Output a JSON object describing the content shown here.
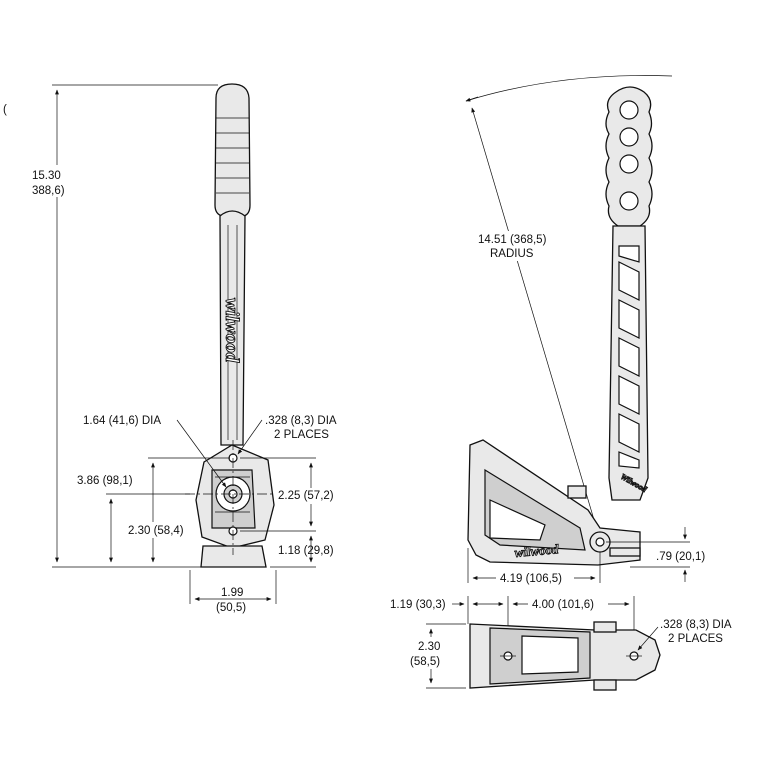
{
  "drawing": {
    "stray_mark": "(",
    "front_view": {
      "overall_height": {
        "inch": "15.30",
        "mm": "388,6)"
      },
      "pivot_hole_dia": ".328 (8,3) DIA",
      "pivot_hole_qty": "2 PLACES",
      "hub_dia": "1.64 (41,6) DIA",
      "pivot_height": "3.86 (98,1)",
      "hole_spacing": "2.25 (57,2)",
      "lower_hole_height": "2.30 (58,4)",
      "base_to_hole": "1.18 (29,8)",
      "base_width": {
        "inch": "1.99",
        "mm": "(50,5)"
      },
      "brand": "wilwood"
    },
    "side_view": {
      "radius": "14.51 (368,5)",
      "radius_label": "RADIUS",
      "base_length": "4.19 (106,5)",
      "pivot_offset": ".79 (20,1)",
      "brand": "wilwood",
      "brand_small": "Wilwood"
    },
    "top_view": {
      "front_offset": "1.19 (30,3)",
      "hole_spacing": "4.00 (101,6)",
      "mount_hole_dia": ".328 (8,3) DIA",
      "mount_hole_qty": "2 PLACES",
      "width": {
        "inch": "2.30",
        "mm": "(58,5)"
      }
    }
  }
}
